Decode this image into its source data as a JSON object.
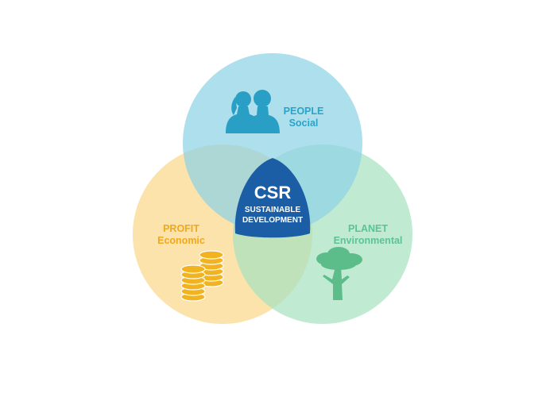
{
  "center": {
    "title": "CSR",
    "subtitle_line1": "SUSTAINABLE",
    "subtitle_line2": "DEVELOPMENT",
    "color": "#1b5ea6"
  },
  "circles": {
    "people": {
      "title": "PEOPLE",
      "subtitle": "Social",
      "color": "#8fd3e4",
      "text_color": "#2aa3c9",
      "icon": "people-icon"
    },
    "profit": {
      "title": "PROFIT",
      "subtitle": "Economic",
      "color": "#fbd78a",
      "text_color": "#f0a91c",
      "icon": "coins-icon"
    },
    "planet": {
      "title": "PLANET",
      "subtitle": "Environmental",
      "color": "#a7e2c1",
      "text_color": "#5cc394",
      "icon": "tree-icon"
    }
  }
}
